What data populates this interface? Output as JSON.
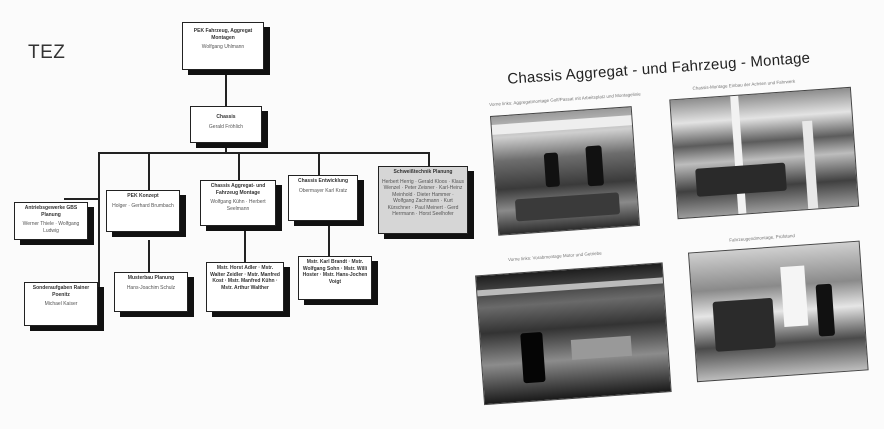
{
  "page": {
    "label": "TEZ"
  },
  "org_chart": {
    "top": {
      "title": "PEK Fahrzeug, Aggregat Montagen",
      "person": "Wolfgang Uhlmann"
    },
    "level2": {
      "title": "Chassis",
      "person": "Gerald Fröhlich"
    },
    "units": [
      {
        "title": "Antriebsgewerke GBS Planung",
        "person": "Werner Thiele · Wolfgang Ludwig"
      },
      {
        "title": "PEK Konzept",
        "person": "Holger · Gerhard Brumbach"
      },
      {
        "title": "Chassis Aggregat- und Fahrzeug Montage",
        "person": "Wolfgang Kühn · Herbert Seelmann"
      },
      {
        "title": "Chassis Entwicklung",
        "person": "Obermayer Karl Kratz"
      },
      {
        "title": "Schweißtechnik Planung",
        "person": "Herbert Herrig · Gerald Kloos · Klaus Wenzel · Peter Zeisner · Karl-Heinz Meinhold · Dieter Hammer · Wolfgang Zachmann · Kurt Kürschner · Paul Meinert · Gerd Herrmann · Horst Seelhofer"
      }
    ],
    "sub_units": [
      {
        "title": "Sonderaufgaben Rainer Poenitz",
        "person": "Michael Kaiser"
      },
      {
        "title": "Musterbau Planung",
        "person": "Hans-Joachim Schulz"
      },
      {
        "title": "Mstr. Horst Adler · Mstr. Walter Zeidler · Mstr. Manfred Kost · Mstr. Manfred Kühn · Mstr. Arthur Walther",
        "person": ""
      },
      {
        "title": "Mstr. Karl Brandt · Mstr. Wolfgang Sohn · Mstr. Willi Hoster · Mstr. Hans-Jochen Voigt",
        "person": ""
      }
    ]
  },
  "photo_sheet": {
    "title": "Chassis Aggregat - und Fahrzeug - Montage",
    "captions": [
      "Vorne links: Aggregatmontage Golf/Passat mit Arbeitsplatz und Montagelinie",
      "Chassis-Montage Einbau der Achsen und Fahrwerk",
      "Vorne links: Vorabmontage Motor und Getriebe",
      "Fahrzeugendmontage, Prüfstand"
    ]
  }
}
